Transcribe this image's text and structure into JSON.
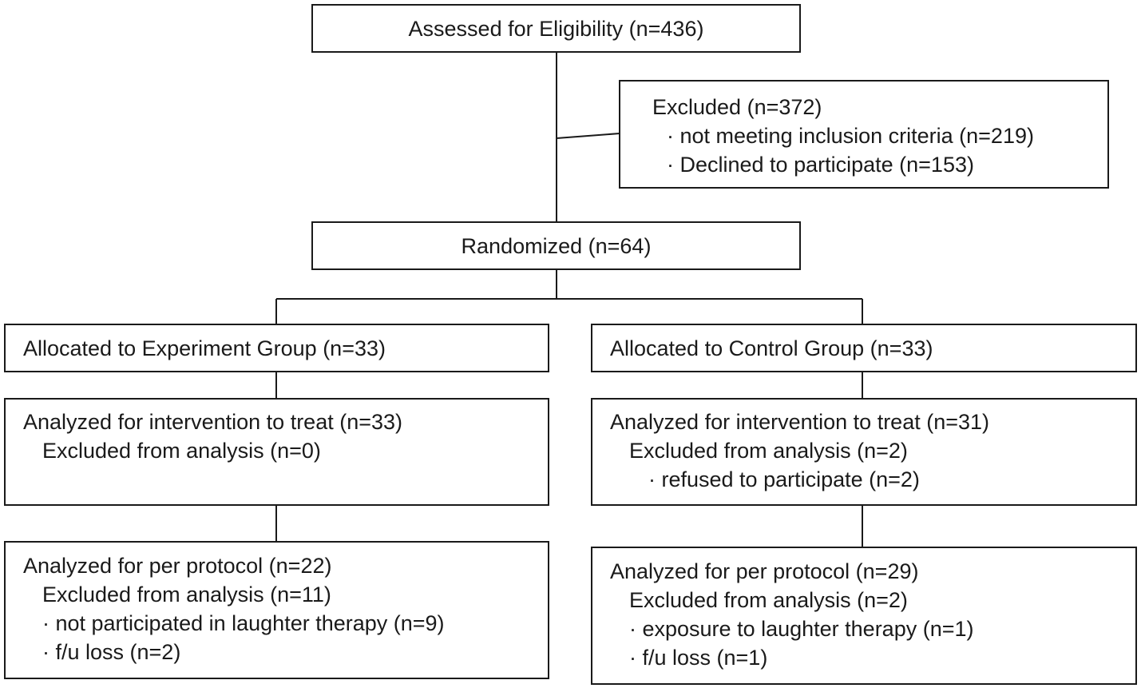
{
  "boxes": {
    "eligibility": {
      "text": "Assessed for Eligibility (n=436)"
    },
    "excluded": {
      "lines": [
        "Excluded (n=372)",
        "· not meeting inclusion criteria (n=219)",
        "· Declined to participate (n=153)"
      ]
    },
    "randomized": {
      "text": "Randomized (n=64)"
    },
    "alloc_experiment": {
      "text": "Allocated to Experiment Group (n=33)"
    },
    "alloc_control": {
      "text": "Allocated to Control  Group (n=33)"
    },
    "itt_experiment": {
      "lines": [
        "Analyzed for intervention to treat (n=33)",
        "Excluded from analysis (n=0)"
      ]
    },
    "itt_control": {
      "lines": [
        "Analyzed for intervention to treat (n=31)",
        "Excluded from analysis (n=2)",
        "· refused to participate (n=2)"
      ]
    },
    "pp_experiment": {
      "lines": [
        "Analyzed for per protocol (n=22)",
        "Excluded from analysis (n=11)",
        "· not participated in laughter therapy (n=9)",
        "· f/u loss (n=2)"
      ]
    },
    "pp_control": {
      "lines": [
        "Analyzed for per protocol (n=29)",
        "Excluded from analysis (n=2)",
        "· exposure to laughter therapy (n=1)",
        "· f/u loss (n=1)"
      ]
    }
  }
}
